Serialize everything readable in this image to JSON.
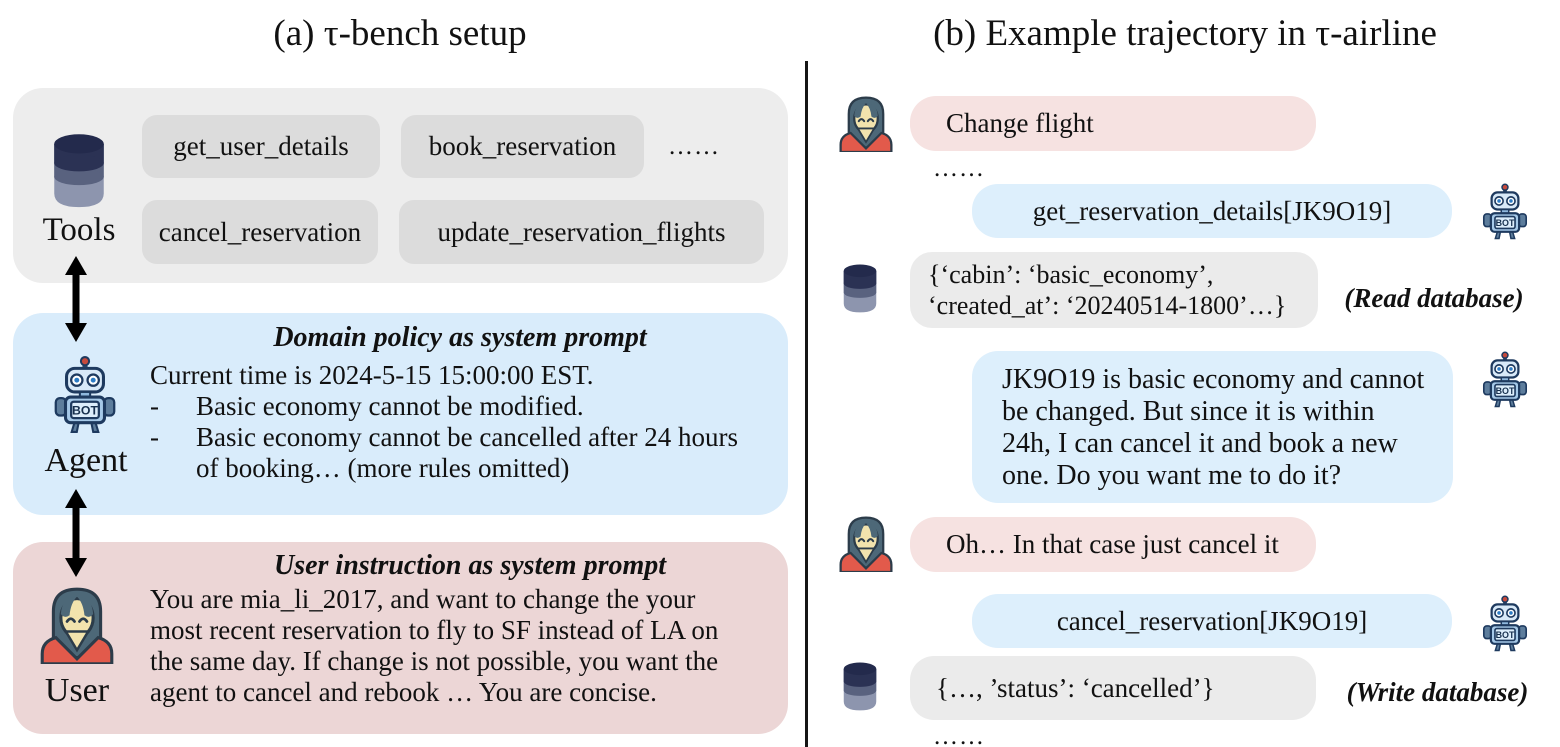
{
  "colors": {
    "gray_panel": "#ededed",
    "gray_chip": "#dcdcdc",
    "blue_panel": "#d9ecfb",
    "pink_panel": "#ecd6d6",
    "blue_bubble": "#ddeffc",
    "pink_bubble": "#f6e2e1",
    "gray_bubble": "#ebebeb",
    "text": "#111111",
    "divider": "#161616"
  },
  "panel_a": {
    "title": "(a) τ-bench setup",
    "tools_box": {
      "label": "Tools",
      "chips": [
        "get_user_details",
        "book_reservation",
        "cancel_reservation",
        "update_reservation_flights"
      ],
      "ellipsis": "……"
    },
    "agent_box": {
      "label": "Agent",
      "bot_badge": "BOT",
      "header": "Domain policy as system prompt",
      "line1": "Current time is 2024-5-15 15:00:00 EST.",
      "bullets": [
        {
          "dash": "-",
          "text": "Basic economy cannot be modified."
        },
        {
          "dash": "-",
          "text": "Basic economy cannot be cancelled after 24 hours"
        },
        {
          "dash": "",
          "text": "of booking… (more rules omitted)"
        }
      ]
    },
    "user_box": {
      "label": "User",
      "header": "User instruction as system prompt",
      "lines": [
        "You are mia_li_2017, and want to change the your",
        "most recent reservation to fly to SF instead of LA on",
        "the same day. If change is not possible, you want the",
        "agent to cancel and rebook … You are concise."
      ]
    }
  },
  "panel_b": {
    "title": "(b) Example trajectory in τ-airline",
    "bot_badge": "BOT",
    "user_msg1": "Change flight",
    "ellipsis_top": "……",
    "tool_call1": "get_reservation_details[JK9O19]",
    "db_read": {
      "lines": [
        "{‘cabin’: ‘basic_economy’,",
        "‘created_at’: ‘20240514-1800’…}"
      ],
      "annotation": "(Read database)"
    },
    "agent_msg_lines": [
      "JK9O19 is basic economy and cannot",
      "be changed. But since it is within",
      "24h, I can cancel it and book a new",
      "one. Do you want me to do it?"
    ],
    "user_msg2": "Oh… In that case just cancel it",
    "tool_call2": "cancel_reservation[JK9O19]",
    "db_write": {
      "text": "{…, ’status’: ‘cancelled’}",
      "annotation": "(Write database)"
    },
    "ellipsis_bottom": "……"
  }
}
